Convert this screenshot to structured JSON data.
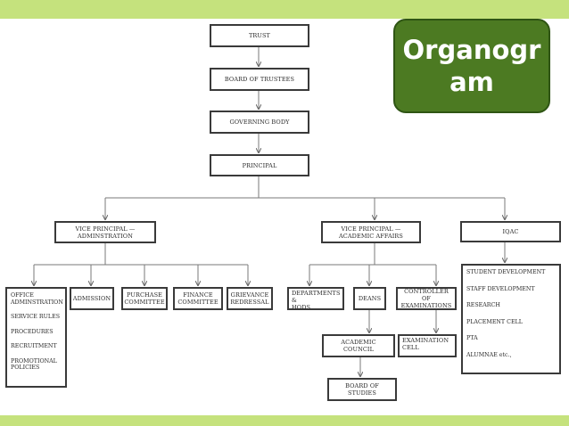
{
  "title": "Organogram",
  "title_line1": "Organogr",
  "title_line2": "am",
  "nodes": {
    "trust": "TRUST",
    "board_of_trustees": "BOARD OF TRUSTEES",
    "governing_body": "GOVERNING BODY",
    "principal": "PRINCIPAL",
    "vp_admin_1": "VICE PRINCIPAL —",
    "vp_admin_2": "ADMINSTRATION",
    "vp_academic_1": "VICE PRINCIPAL —",
    "vp_academic_2": "ACADEMIC AFFAIRS",
    "iqac": "IQAC",
    "admission": "ADMISSION",
    "purchase_1": "PURCHASE",
    "purchase_2": "COMMITTEE",
    "finance_1": "FINANCE",
    "finance_2": "COMMITTEE",
    "grievance_1": "GRIEVANCE",
    "grievance_2": "REDRESSAL",
    "departments_1": "DEPARTMENTS &",
    "departments_2": "HODs",
    "deans": "DEANS",
    "coe_1": "CONTROLLER OF",
    "coe_2": "EXAMINATIONS",
    "academic_council": "ACADEMIC COUNCIL",
    "exam_cell_1": "EXAMINATION",
    "exam_cell_2": "CELL",
    "board_of_studies": "BOARD OF STUDIES"
  },
  "office_admin_items": [
    "OFFICE ADMINSTRATION",
    "SERVICE RULES",
    "PROCEDURES",
    "RECRUITMENT",
    "PROMOTIONAL POLICIES"
  ],
  "iqac_items": [
    "STUDENT DEVELOPMENT",
    "STAFF DEVELOPMENT",
    "RESEARCH",
    "PLACEMENT CELL",
    "PTA",
    "ALUMNAE etc.,"
  ]
}
